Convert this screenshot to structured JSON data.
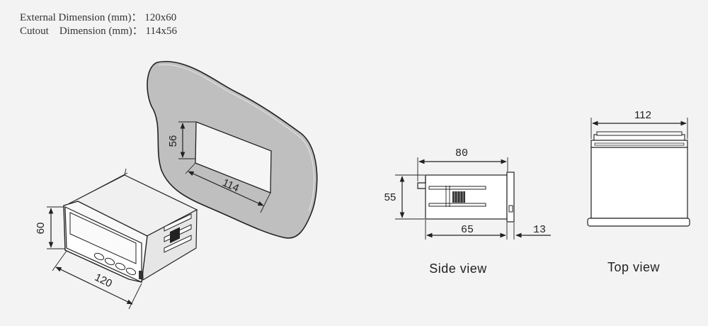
{
  "header": {
    "external_label": "External Dimension",
    "external_unit": "(mm)",
    "external_value": "120x60",
    "cutout_label": "Cutout",
    "cutout_label2": "Dimension",
    "cutout_unit": "(mm)",
    "cutout_value": "114x56"
  },
  "iso_view": {
    "width_label": "120",
    "height_label": "60"
  },
  "panel": {
    "cutout_height_label": "56",
    "cutout_width_label": "114"
  },
  "side_view": {
    "caption": "Side view",
    "length_label": "80",
    "height_label": "55",
    "body_label": "65",
    "front_label": "13"
  },
  "top_view": {
    "caption": "Top view",
    "width_label": "112"
  }
}
